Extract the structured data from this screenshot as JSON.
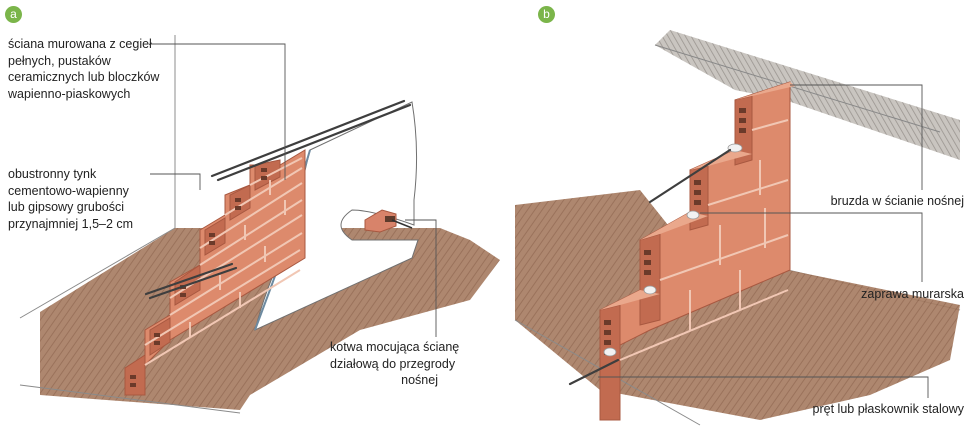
{
  "panels": [
    {
      "badge": "a",
      "labels": {
        "wall": [
          "ściana murowana z cegieł",
          "pełnych, pustaków",
          "ceramicznych lub bloczków",
          "wapienno-piaskowych"
        ],
        "plaster": [
          "obustronny tynk",
          "cementowo-wapienny",
          "lub gipsowy grubości",
          "przynajmniej 1,5–2 cm"
        ],
        "anchor": [
          "kotwa mocująca ścianę",
          "działową do przegrody",
          "nośnej"
        ]
      }
    },
    {
      "badge": "b",
      "labels": {
        "groove": [
          "bruzda w ścianie nośnej"
        ],
        "mortar": [
          "zaprawa murarska"
        ],
        "bar": [
          "pręt lub płaskownik stalowy"
        ]
      }
    }
  ],
  "colors": {
    "brick": "#d9866a",
    "brick_light": "#eaa88c",
    "brick_dark": "#b65e47",
    "floor": "#a27458",
    "wall_grey": "#c4c0bb",
    "badge": "#7bb54a",
    "leader": "#555555"
  }
}
